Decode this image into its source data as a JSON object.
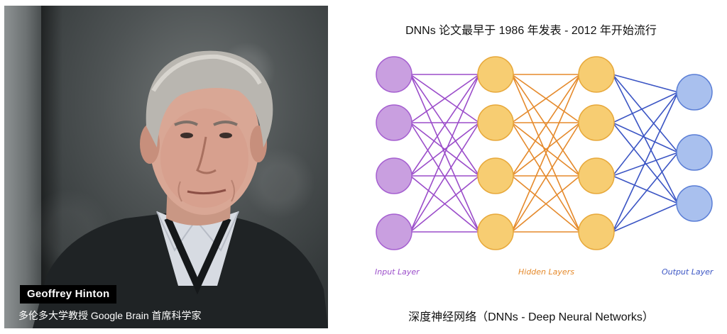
{
  "photo": {
    "name_label": "Geoffrey Hinton",
    "title_label": "多伦多大学教授 Google Brain 首席科学家"
  },
  "diagram": {
    "title": "DNNs 论文最早于 1986 年发表 - 2012 年开始流行",
    "caption": "深度神经网络（DNNs - Deep Neural Networks）",
    "labels": {
      "input": "Input Layer",
      "hidden": "Hidden Layers",
      "output": "Output Layer"
    },
    "layers": [
      {
        "name": "input",
        "node_count": 4,
        "color": "#c99fe0",
        "stroke": "#a55fd0"
      },
      {
        "name": "hidden1",
        "node_count": 4,
        "color": "#f7cd72",
        "stroke": "#e7a83a"
      },
      {
        "name": "hidden2",
        "node_count": 4,
        "color": "#f7cd72",
        "stroke": "#e7a83a"
      },
      {
        "name": "output",
        "node_count": 3,
        "color": "#a9c0ee",
        "stroke": "#5a7ed6"
      }
    ],
    "edge_colors": [
      "#9b4dca",
      "#e58a2c",
      "#3b55c4"
    ],
    "label_colors": {
      "input": "#9b4dca",
      "hidden": "#e58a2c",
      "output": "#3b55c4"
    }
  }
}
